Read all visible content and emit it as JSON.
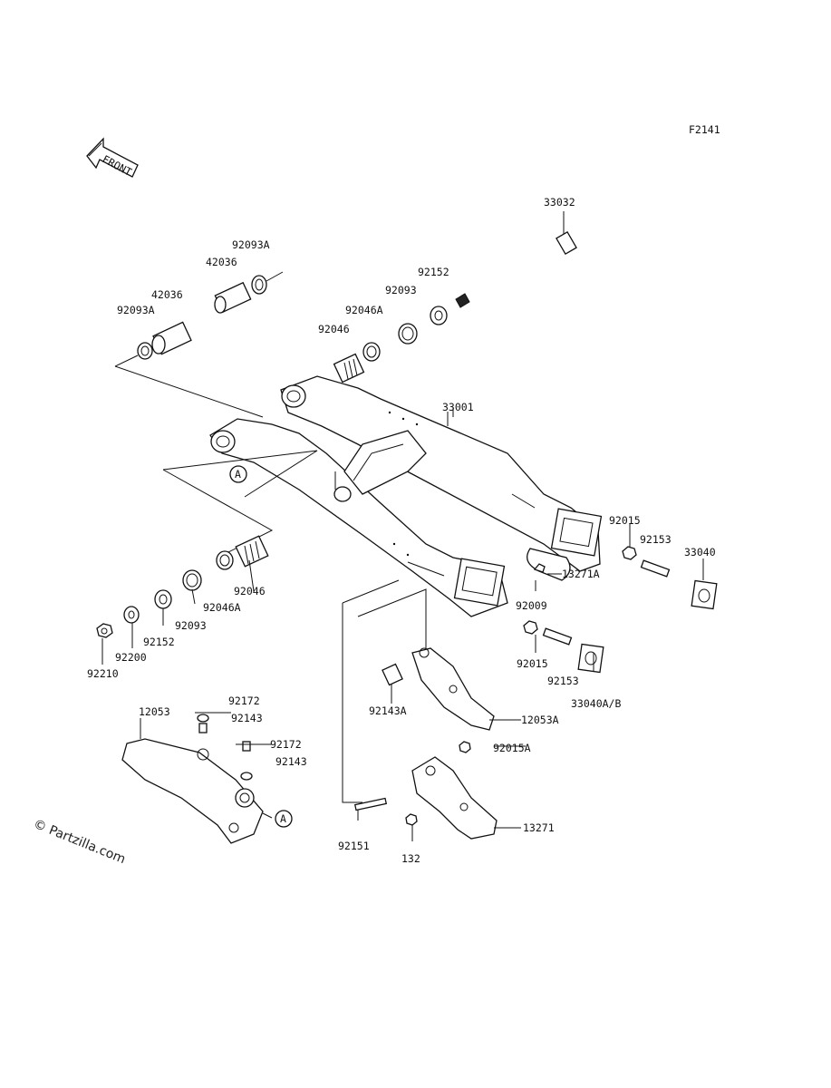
{
  "figure_code": "F2141",
  "front_label": "FRONT",
  "ref_mark": "A",
  "watermark": "© Partzilla.com",
  "footer": "",
  "parts": {
    "p33032": "33032",
    "p92093A_a": "92093A",
    "p42036_a": "42036",
    "p92152_a": "92152",
    "p42036_b": "42036",
    "p92093_a": "92093",
    "p92093A_b": "92093A",
    "p92046A_a": "92046A",
    "p92046_a": "92046",
    "p33001": "33001",
    "p92015_a": "92015",
    "p92153_a": "92153",
    "p33040": "33040",
    "p13271A": "13271A",
    "p92009": "92009",
    "p92046_b": "92046",
    "p92046A_b": "92046A",
    "p92093_b": "92093",
    "p92152_b": "92152",
    "p92200": "92200",
    "p92210": "92210",
    "p92015_b": "92015",
    "p92153_b": "92153",
    "p33040AB": "33040A/B",
    "p92143A": "92143A",
    "p12053A": "12053A",
    "p12053": "12053",
    "p92172_a": "92172",
    "p92143_a": "92143",
    "p92172_b": "92172",
    "p92143_b": "92143",
    "p92015A": "92015A",
    "p13271": "13271",
    "p92151": "92151",
    "p132": "132"
  }
}
